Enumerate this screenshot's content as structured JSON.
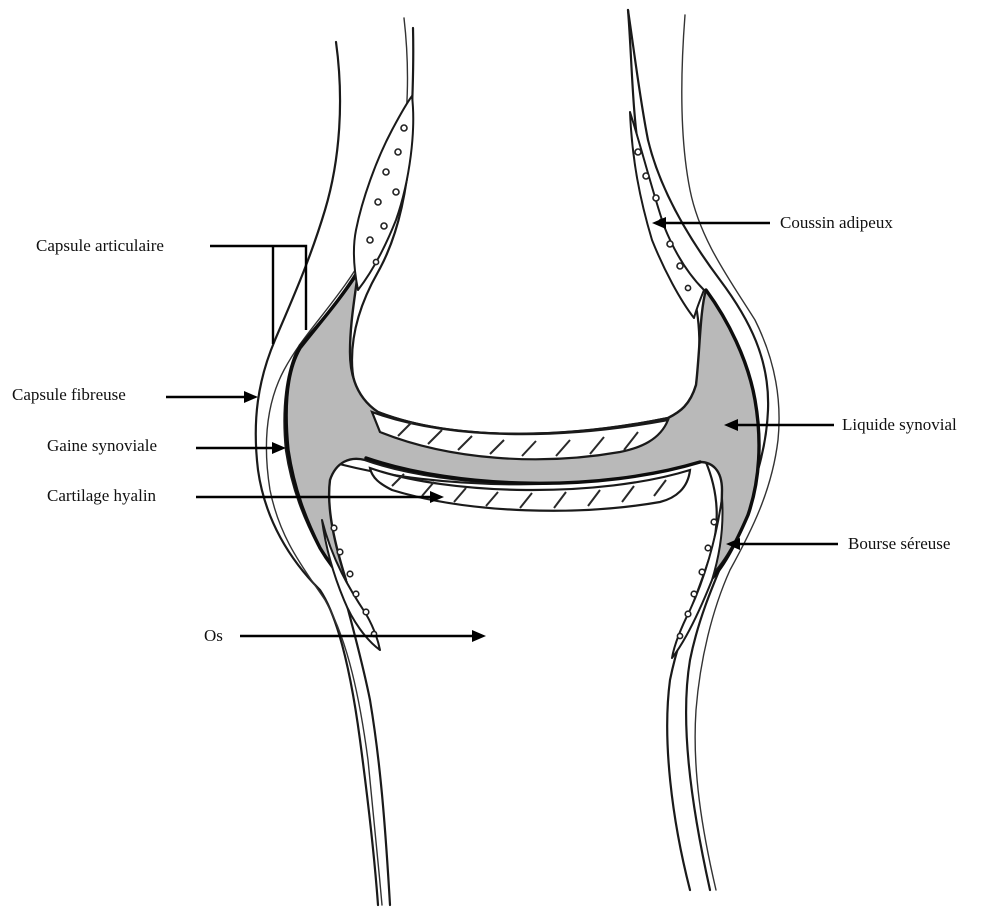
{
  "labels": {
    "capsule_articulaire": "Capsule articulaire",
    "capsule_fibreuse": "Capsule fibreuse",
    "gaine_synoviale": "Gaine synoviale",
    "cartilage_hyalin": "Cartilage hyalin",
    "os": "Os",
    "coussin_adipeux": "Coussin adipeux",
    "liquide_synovial": "Liquide synovial",
    "bourse_sereuse": "Bourse séreuse"
  },
  "colors": {
    "background": "#ffffff",
    "ink": "#1a1a1a",
    "synovial_fluid_fill": "#b9b9b9"
  }
}
